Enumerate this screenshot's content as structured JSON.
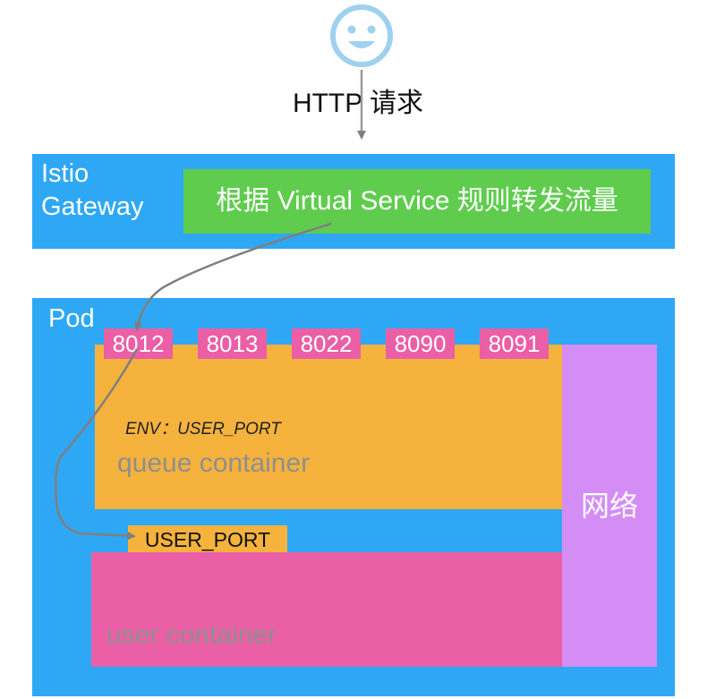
{
  "request": {
    "label": "HTTP 请求"
  },
  "gateway": {
    "title_line1": "Istio",
    "title_line2": "Gateway",
    "routing": "根据 Virtual Service 规则转发流量"
  },
  "pod": {
    "title": "Pod",
    "ports": [
      "8012",
      "8013",
      "8022",
      "8090",
      "8091"
    ],
    "queue_container": {
      "env": "ENV：USER_PORT",
      "label": "queue container"
    },
    "network": "网络",
    "user_port": "USER_PORT",
    "user_container": {
      "label": "user container"
    }
  },
  "colors": {
    "blue": "#2ea8f5",
    "green": "#5fcc4e",
    "orange": "#f5b23d",
    "pink": "#ea5fa5",
    "purple": "#d48df5",
    "arrow": "#7f7f7f",
    "smiley": "#9fd0f0"
  },
  "icons": {
    "user": "smiley-face-icon"
  }
}
